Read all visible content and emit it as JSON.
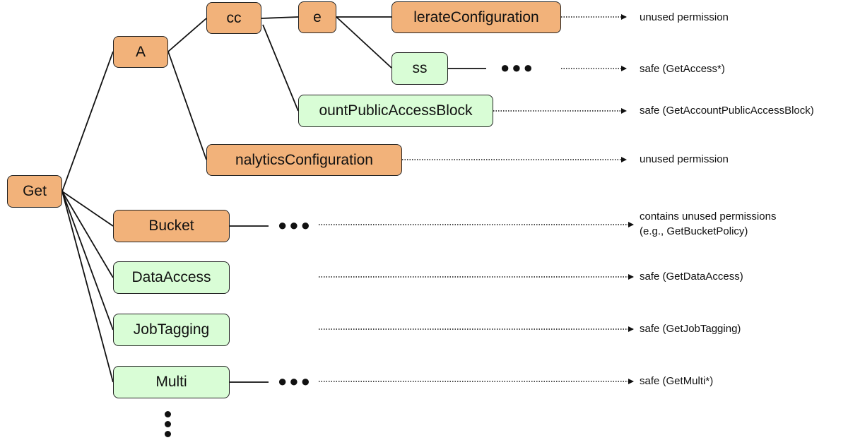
{
  "nodes": {
    "get": "Get",
    "a": "A",
    "cc": "cc",
    "e": "e",
    "lerate_configuration": "lerateConfiguration",
    "ss": "ss",
    "ount_public_access_block": "ountPublicAccessBlock",
    "nalytics_configuration": "nalyticsConfiguration",
    "bucket": "Bucket",
    "data_access": "DataAccess",
    "job_tagging": "JobTagging",
    "multi": "Multi"
  },
  "labels": {
    "lerate_configuration": "unused permission",
    "ss": "safe (GetAccess*)",
    "ount_public_access_block": "safe (GetAccountPublicAccessBlock)",
    "nalytics_configuration": "unused permission",
    "bucket_line1": "contains unused permissions",
    "bucket_line2": "(e.g., GetBucketPolicy)",
    "data_access": "safe (GetDataAccess)",
    "job_tagging": "safe (GetJobTagging)",
    "multi": "safe (GetMulti*)"
  },
  "ellipsis": "●●●",
  "colors": {
    "unsafe_node": "#f2b27a",
    "safe_node": "#d9fdd6"
  }
}
